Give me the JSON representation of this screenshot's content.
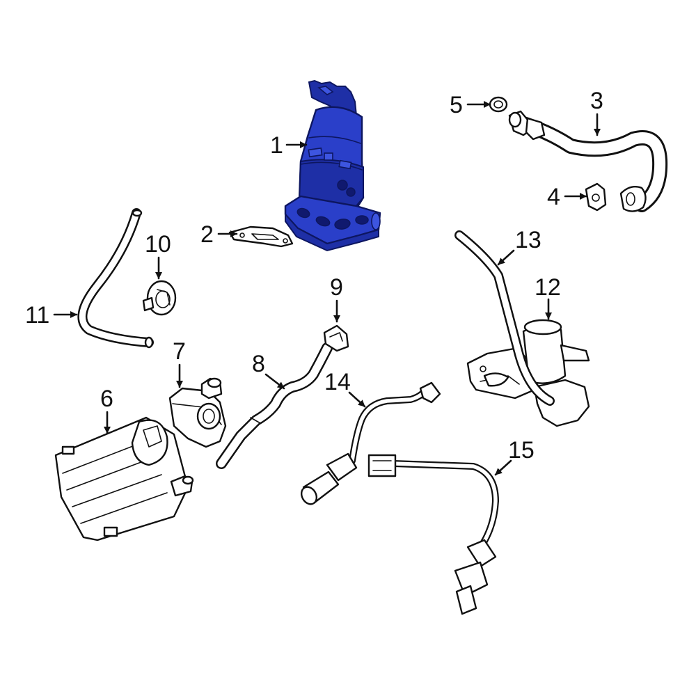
{
  "colors": {
    "highlight": "#2a3fc9",
    "line": "#111111",
    "background": "#ffffff"
  },
  "parts": [
    {
      "id": "part-1",
      "callout": "1",
      "highlighted": true
    },
    {
      "id": "part-2",
      "callout": "2",
      "highlighted": false
    },
    {
      "id": "part-3",
      "callout": "3",
      "highlighted": false
    },
    {
      "id": "part-4",
      "callout": "4",
      "highlighted": false
    },
    {
      "id": "part-5",
      "callout": "5",
      "highlighted": false
    },
    {
      "id": "part-6",
      "callout": "6",
      "highlighted": false
    },
    {
      "id": "part-7",
      "callout": "7",
      "highlighted": false
    },
    {
      "id": "part-8",
      "callout": "8",
      "highlighted": false
    },
    {
      "id": "part-9",
      "callout": "9",
      "highlighted": false
    },
    {
      "id": "part-10",
      "callout": "10",
      "highlighted": false
    },
    {
      "id": "part-11",
      "callout": "11",
      "highlighted": false
    },
    {
      "id": "part-12",
      "callout": "12",
      "highlighted": false
    },
    {
      "id": "part-13",
      "callout": "13",
      "highlighted": false
    },
    {
      "id": "part-14",
      "callout": "14",
      "highlighted": false
    },
    {
      "id": "part-15",
      "callout": "15",
      "highlighted": false
    }
  ]
}
